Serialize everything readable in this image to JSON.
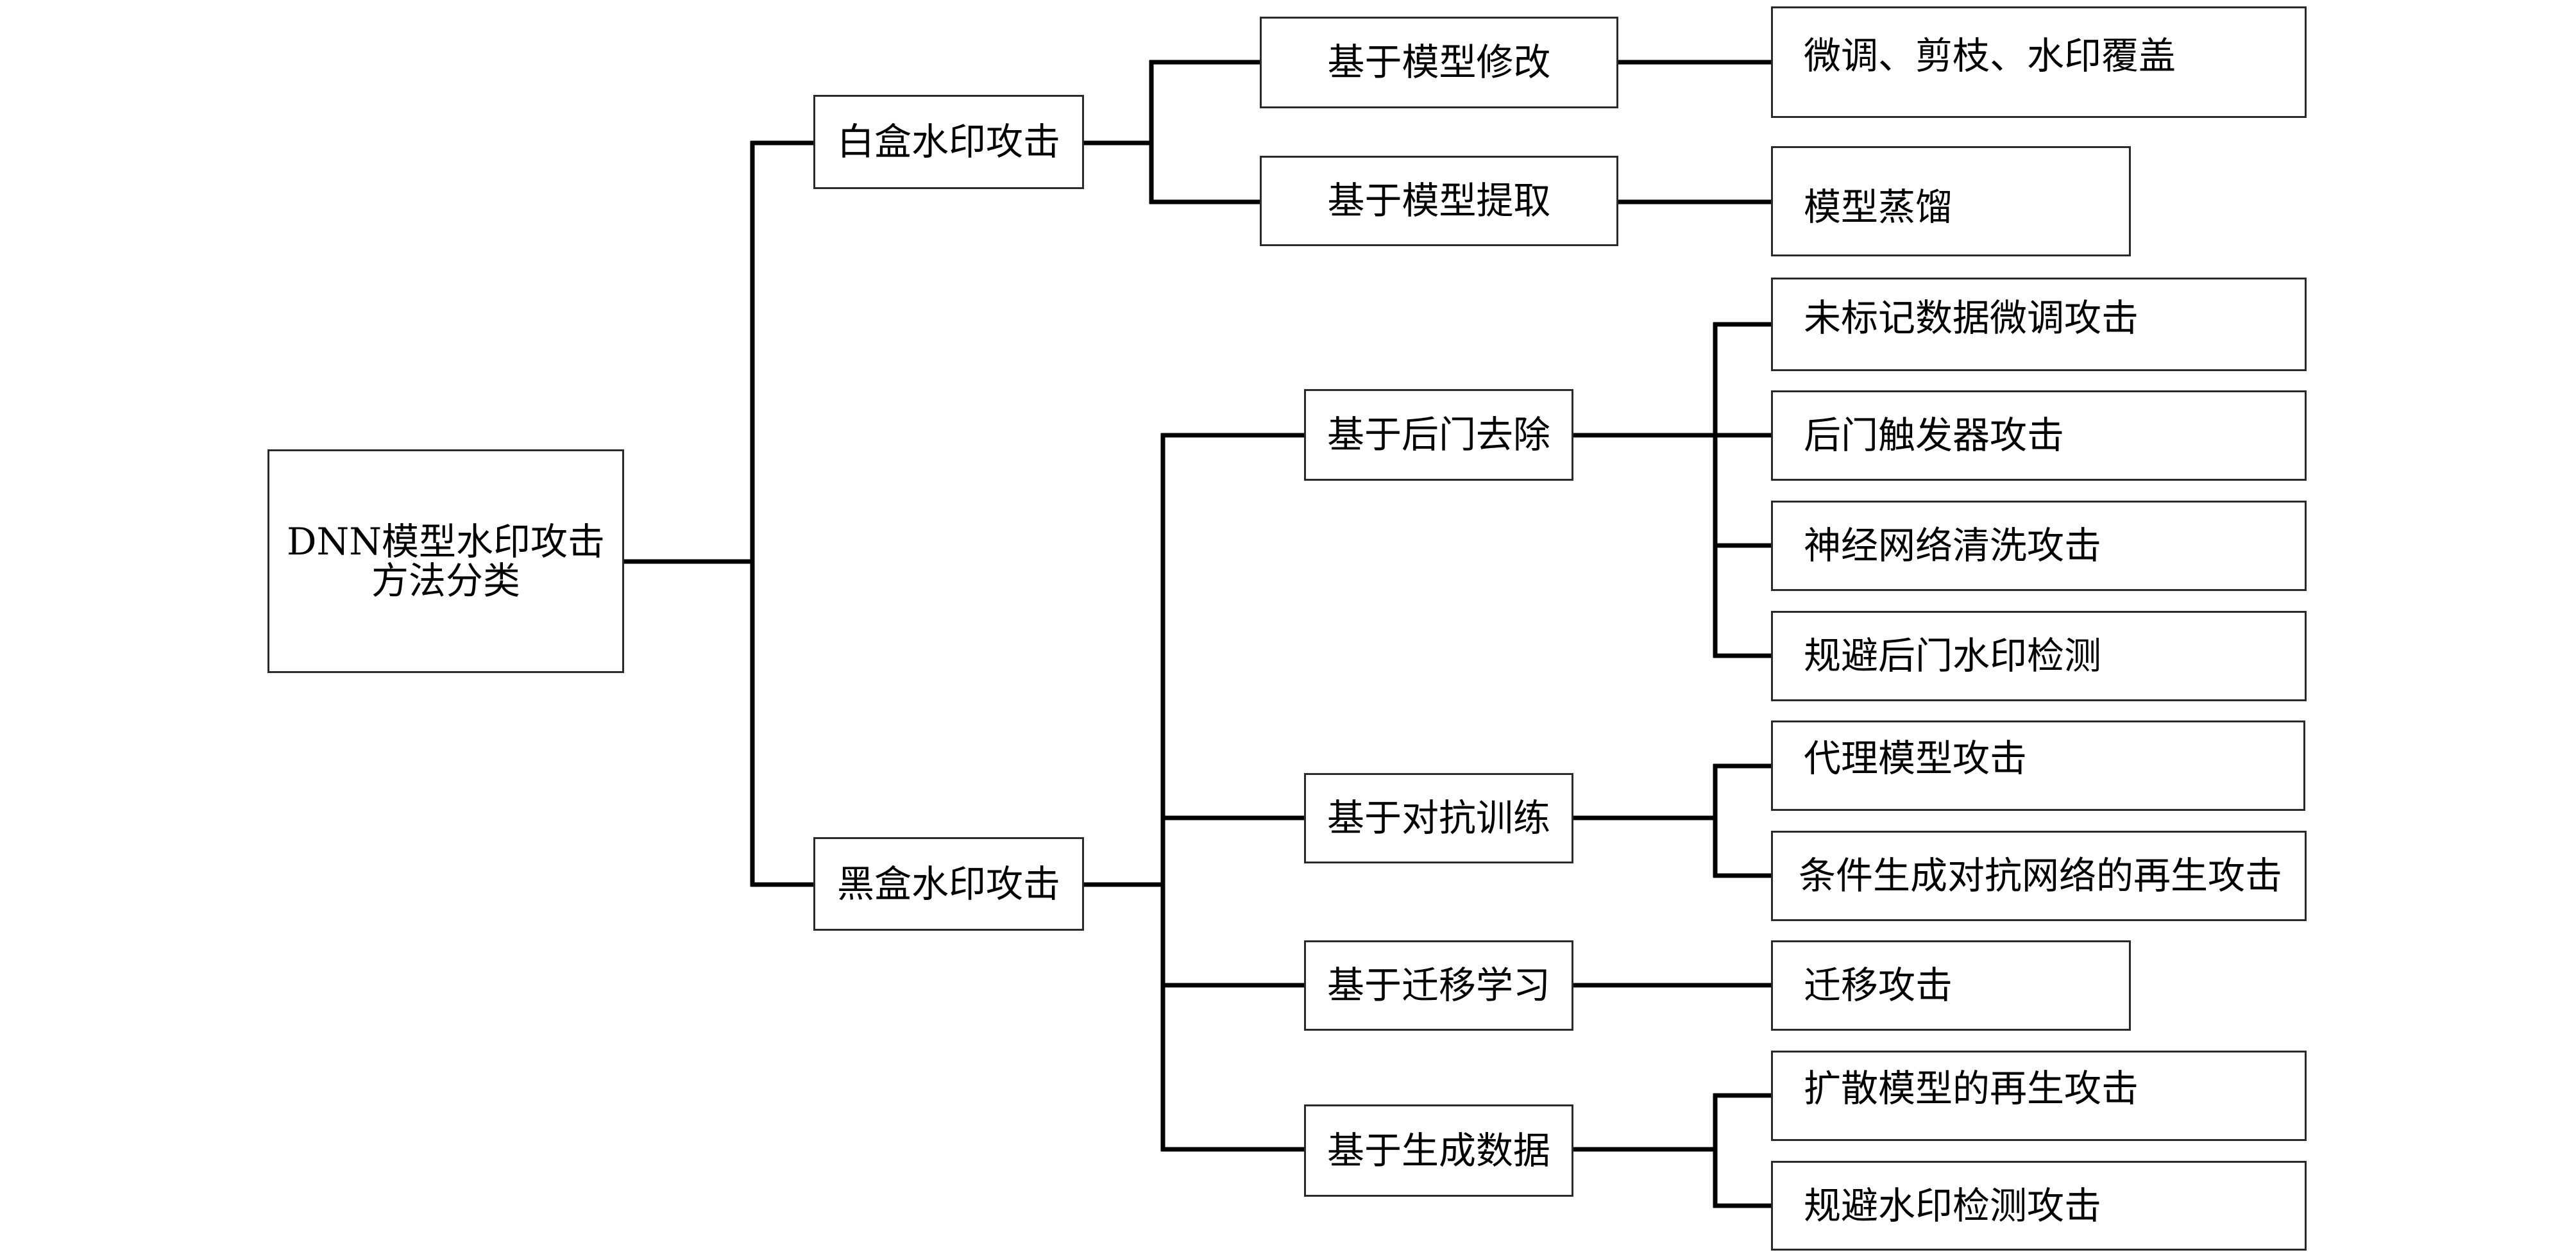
{
  "diagram": {
    "root": {
      "label_line1": "DNN模型水印攻击",
      "label_line2": "方法分类"
    },
    "branches": [
      {
        "label": "白盒水印攻击",
        "methods": [
          {
            "label": "基于模型修改",
            "leaves": [
              "微调、剪枝、水印覆盖"
            ]
          },
          {
            "label": "基于模型提取",
            "leaves": [
              "模型蒸馏"
            ]
          }
        ]
      },
      {
        "label": "黑盒水印攻击",
        "methods": [
          {
            "label": "基于后门去除",
            "leaves": [
              "未标记数据微调攻击",
              "后门触发器攻击",
              "神经网络清洗攻击",
              "规避后门水印检测"
            ]
          },
          {
            "label": "基于对抗训练",
            "leaves": [
              "代理模型攻击",
              "条件生成对抗网络的再生攻击"
            ]
          },
          {
            "label": "基于迁移学习",
            "leaves": [
              "迁移攻击"
            ]
          },
          {
            "label": "基于生成数据",
            "leaves": [
              "扩散模型的再生攻击",
              "规避水印检测攻击"
            ]
          }
        ]
      }
    ],
    "colors": {
      "line": "#000000",
      "border": "#2a2a2a",
      "background": "#ffffff"
    }
  }
}
